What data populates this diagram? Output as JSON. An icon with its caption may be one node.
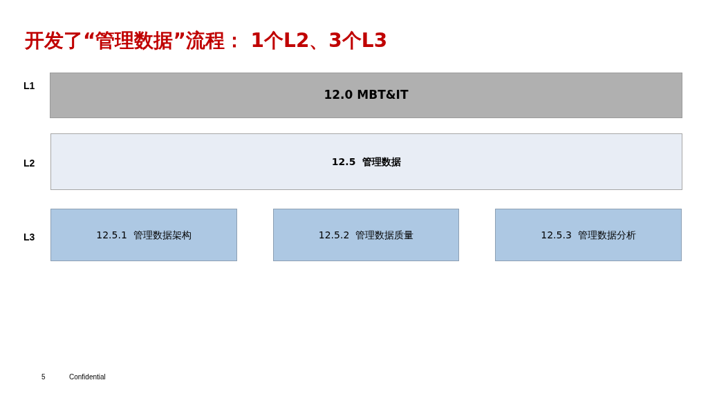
{
  "diagram": {
    "title": "开发了“管理数据”流程： 1个L2、3个L3",
    "nodes": [
      {
        "text": [
          "12.0 MBT&IT"
        ]
      },
      {
        "text": [
          "12.5  管理数据"
        ]
      },
      {
        "text": [
          "12.5.1  管理数据架构"
        ]
      },
      {
        "text": [
          "12.5.2  管理数据质量"
        ]
      },
      {
        "text": [
          "12.5.3  管理数据分析"
        ]
      }
    ],
    "labels": [
      "L1",
      "L2",
      "L3",
      "5",
      "Confidential"
    ]
  }
}
